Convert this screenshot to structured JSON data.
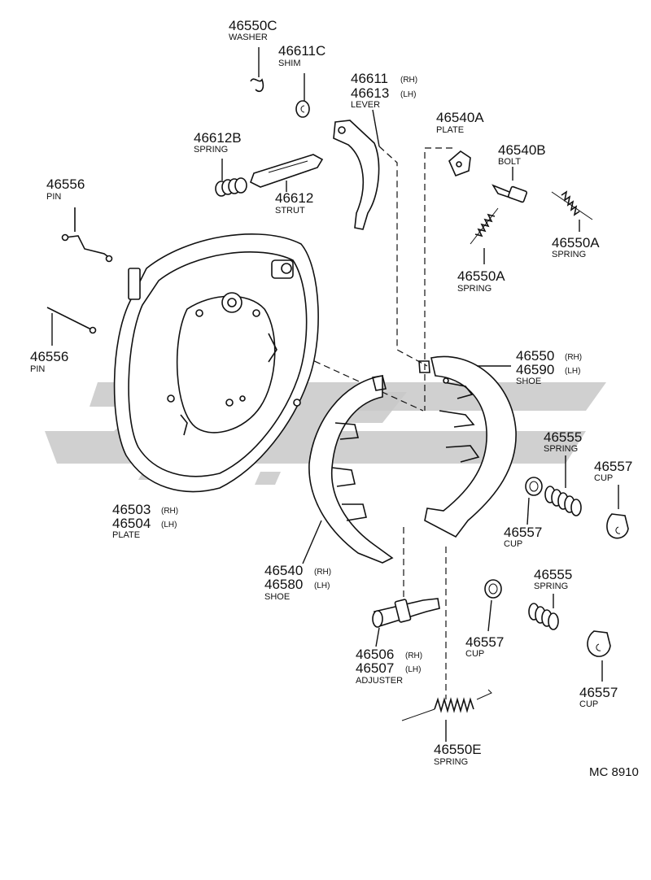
{
  "diagram_code": "MC 8910",
  "watermark_text": "",
  "labels": [
    {
      "id": "washer-46550c",
      "number": "46550C",
      "name": "WASHER"
    },
    {
      "id": "shim-46611c",
      "number": "46611C",
      "name": "SHIM"
    },
    {
      "id": "lever-46611",
      "number": "46611",
      "suffix": "(RH)",
      "number2": "46613",
      "suffix2": "(LH)",
      "name": "LEVER"
    },
    {
      "id": "spring-46612b",
      "number": "46612B",
      "name": "SPRING"
    },
    {
      "id": "strut-46612",
      "number": "46612",
      "name": "STRUT"
    },
    {
      "id": "plate-46540a",
      "number": "46540A",
      "name": "PLATE"
    },
    {
      "id": "bolt-46540b",
      "number": "46540B",
      "name": "BOLT"
    },
    {
      "id": "pin-46556-top",
      "number": "46556",
      "name": "PIN"
    },
    {
      "id": "spring-46550a-right",
      "number": "46550A",
      "name": "SPRING"
    },
    {
      "id": "spring-46550a-mid",
      "number": "46550A",
      "name": "SPRING"
    },
    {
      "id": "pin-46556-lower",
      "number": "46556",
      "name": "PIN"
    },
    {
      "id": "shoe-46550",
      "number": "46550",
      "suffix": "(RH)",
      "number2": "46590",
      "suffix2": "(LH)",
      "name": "SHOE"
    },
    {
      "id": "spring-46555-upper",
      "number": "46555",
      "name": "SPRING"
    },
    {
      "id": "cup-46557-right-upper",
      "number": "46557",
      "name": "CUP"
    },
    {
      "id": "plate-46503",
      "number": "46503",
      "suffix": "(RH)",
      "number2": "46504",
      "suffix2": "(LH)",
      "name": "PLATE"
    },
    {
      "id": "cup-46557-mid-upper",
      "number": "46557",
      "name": "CUP"
    },
    {
      "id": "shoe-46540",
      "number": "46540",
      "suffix": "(RH)",
      "number2": "46580",
      "suffix2": "(LH)",
      "name": "SHOE"
    },
    {
      "id": "spring-46555-lower",
      "number": "46555",
      "name": "SPRING"
    },
    {
      "id": "cup-46557-mid-lower",
      "number": "46557",
      "name": "CUP"
    },
    {
      "id": "adjuster-46506",
      "number": "46506",
      "suffix": "(RH)",
      "number2": "46507",
      "suffix2": "(LH)",
      "name": "ADJUSTER"
    },
    {
      "id": "cup-46557-right-lower",
      "number": "46557",
      "name": "CUP"
    },
    {
      "id": "spring-46550e",
      "number": "46550E",
      "name": "SPRING"
    }
  ]
}
